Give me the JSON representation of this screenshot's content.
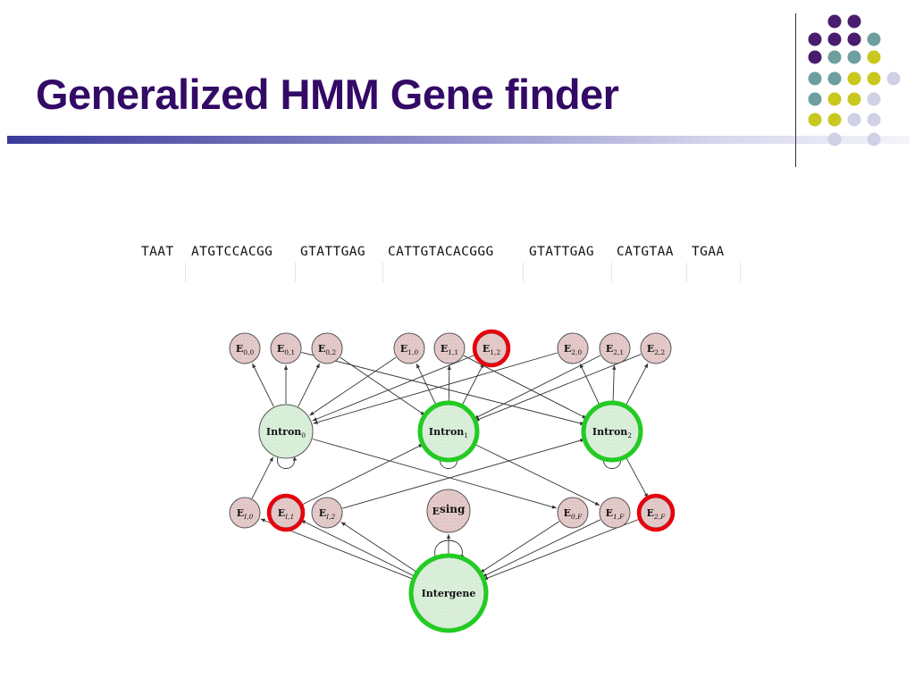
{
  "slide": {
    "title": "Generalized HMM Gene finder"
  },
  "colors": {
    "title": "#330a66",
    "emission_fill": "#e8cfcf",
    "state_fill": "#d9f0d9",
    "highlight_red": "#e8000b",
    "highlight_green": "#22cc22",
    "dot_purple": "#4a1c6e",
    "dot_teal": "#6e9e9e",
    "dot_olive": "#c8c820",
    "dot_lavender": "#d0d0e6"
  },
  "sequence": {
    "segments": [
      "TAAT",
      "ATGTCCACGG",
      "GTATTGAG",
      "CATTGTACACGGG",
      "GTATTGAG",
      "CATGTAA",
      "TGAA"
    ]
  },
  "diagram": {
    "nodes": [
      {
        "id": "e00",
        "base": "E",
        "sub": "0,0",
        "kind": "emission",
        "highlight": "none"
      },
      {
        "id": "e01",
        "base": "E",
        "sub": "0,1",
        "kind": "emission",
        "highlight": "none"
      },
      {
        "id": "e02",
        "base": "E",
        "sub": "0,2",
        "kind": "emission",
        "highlight": "none"
      },
      {
        "id": "e10",
        "base": "E",
        "sub": "1,0",
        "kind": "emission",
        "highlight": "none"
      },
      {
        "id": "e11",
        "base": "E",
        "sub": "1,1",
        "kind": "emission",
        "highlight": "none"
      },
      {
        "id": "e12",
        "base": "E",
        "sub": "1,2",
        "kind": "emission",
        "highlight": "red"
      },
      {
        "id": "e20",
        "base": "E",
        "sub": "2,0",
        "kind": "emission",
        "highlight": "none"
      },
      {
        "id": "e21",
        "base": "E",
        "sub": "2,1",
        "kind": "emission",
        "highlight": "none"
      },
      {
        "id": "e22",
        "base": "E",
        "sub": "2,2",
        "kind": "emission",
        "highlight": "none"
      },
      {
        "id": "intron0",
        "base": "Intron",
        "sub": "0",
        "kind": "state",
        "highlight": "none"
      },
      {
        "id": "intron1",
        "base": "Intron",
        "sub": "1",
        "kind": "state",
        "highlight": "green"
      },
      {
        "id": "intron2",
        "base": "Intron",
        "sub": "2",
        "kind": "state",
        "highlight": "green"
      },
      {
        "id": "ei0",
        "base": "E",
        "sub": "I,0",
        "kind": "emission",
        "highlight": "none"
      },
      {
        "id": "ei1",
        "base": "E",
        "sub": "I,1",
        "kind": "emission",
        "highlight": "red"
      },
      {
        "id": "ei2",
        "base": "E",
        "sub": "I,2",
        "kind": "emission",
        "highlight": "none"
      },
      {
        "id": "esing",
        "base": "E",
        "sub": "sing",
        "kind": "emission",
        "highlight": "none"
      },
      {
        "id": "e0f",
        "base": "E",
        "sub": "0,F",
        "kind": "emission",
        "highlight": "none"
      },
      {
        "id": "e1f",
        "base": "E",
        "sub": "1,F",
        "kind": "emission",
        "highlight": "none"
      },
      {
        "id": "e2f",
        "base": "E",
        "sub": "2,F",
        "kind": "emission",
        "highlight": "red"
      },
      {
        "id": "intergene",
        "base": "Intergene",
        "sub": "",
        "kind": "state",
        "highlight": "green"
      }
    ],
    "edges": [
      {
        "from": "intron0",
        "to": "e00"
      },
      {
        "from": "intron0",
        "to": "e01"
      },
      {
        "from": "intron0",
        "to": "e02"
      },
      {
        "from": "intron1",
        "to": "e10"
      },
      {
        "from": "intron1",
        "to": "e11"
      },
      {
        "from": "intron1",
        "to": "e12"
      },
      {
        "from": "intron2",
        "to": "e20"
      },
      {
        "from": "intron2",
        "to": "e21"
      },
      {
        "from": "intron2",
        "to": "e22"
      },
      {
        "from": "e02",
        "to": "intron1"
      },
      {
        "from": "e01",
        "to": "intron2"
      },
      {
        "from": "e10",
        "to": "intron0"
      },
      {
        "from": "e11",
        "to": "intron2"
      },
      {
        "from": "e12",
        "to": "intron0"
      },
      {
        "from": "e20",
        "to": "intron0"
      },
      {
        "from": "e21",
        "to": "intron1"
      },
      {
        "from": "e22",
        "to": "intron1"
      },
      {
        "from": "ei0",
        "to": "intron0"
      },
      {
        "from": "ei1",
        "to": "intron1"
      },
      {
        "from": "ei2",
        "to": "intron2"
      },
      {
        "from": "intron0",
        "to": "e0f"
      },
      {
        "from": "intron1",
        "to": "e1f"
      },
      {
        "from": "intron2",
        "to": "e2f"
      },
      {
        "from": "intergene",
        "to": "ei0"
      },
      {
        "from": "intergene",
        "to": "ei1"
      },
      {
        "from": "intergene",
        "to": "ei2"
      },
      {
        "from": "intergene",
        "to": "esing"
      },
      {
        "from": "e0f",
        "to": "intergene"
      },
      {
        "from": "e1f",
        "to": "intergene"
      },
      {
        "from": "e2f",
        "to": "intergene"
      }
    ]
  }
}
